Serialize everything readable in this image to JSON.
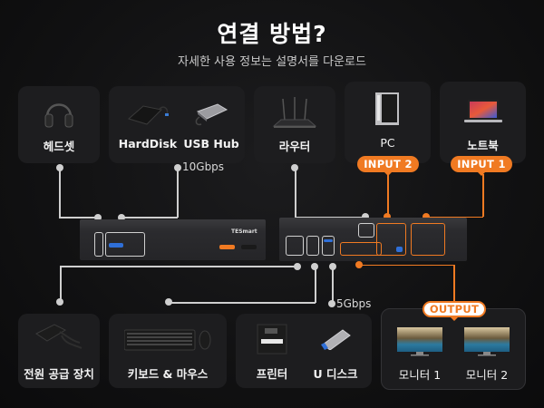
{
  "header": {
    "title": "연결 방법?",
    "subtitle": "자세한 사용 정보는 설명서를 다운로드"
  },
  "top_devices": [
    {
      "id": "headset",
      "label": "헤드셋",
      "icon": "headset-icon"
    },
    {
      "id": "harddisk",
      "label": "HardDisk",
      "icon": "hard-disk-icon"
    },
    {
      "id": "usb-hub",
      "label": "USB Hub",
      "icon": "usb-hub-icon"
    },
    {
      "id": "router",
      "label": "라우터",
      "icon": "router-icon"
    },
    {
      "id": "pc",
      "label": "PC",
      "icon": "pc-tower-icon"
    },
    {
      "id": "laptop",
      "label": "노트북",
      "icon": "laptop-icon"
    }
  ],
  "bottom_devices": [
    {
      "id": "power-supply",
      "label": "전원 공급 장치",
      "icon": "power-adapter-icon"
    },
    {
      "id": "keyboard-mouse",
      "label": "키보드 & 마우스",
      "icon": "keyboard-mouse-icon"
    },
    {
      "id": "printer",
      "label": "프린터",
      "icon": "printer-icon"
    },
    {
      "id": "u-disk",
      "label": "U 디스크",
      "icon": "usb-drive-icon"
    },
    {
      "id": "monitor-1",
      "label": "모니터 1",
      "icon": "monitor-icon"
    },
    {
      "id": "monitor-2",
      "label": "모니터 2",
      "icon": "monitor-icon"
    }
  ],
  "badges": {
    "input2": "INPUT 2",
    "input1": "INPUT 1",
    "output": "OUTPUT"
  },
  "speeds": {
    "front_usb": "10Gbps",
    "rear_usb": "5Gbps"
  },
  "kvm": {
    "brand": "TESmart"
  },
  "colors": {
    "accent": "#f07a22",
    "line": "#cfcfcf",
    "card": "#1d1d1f",
    "background": "#111112"
  }
}
